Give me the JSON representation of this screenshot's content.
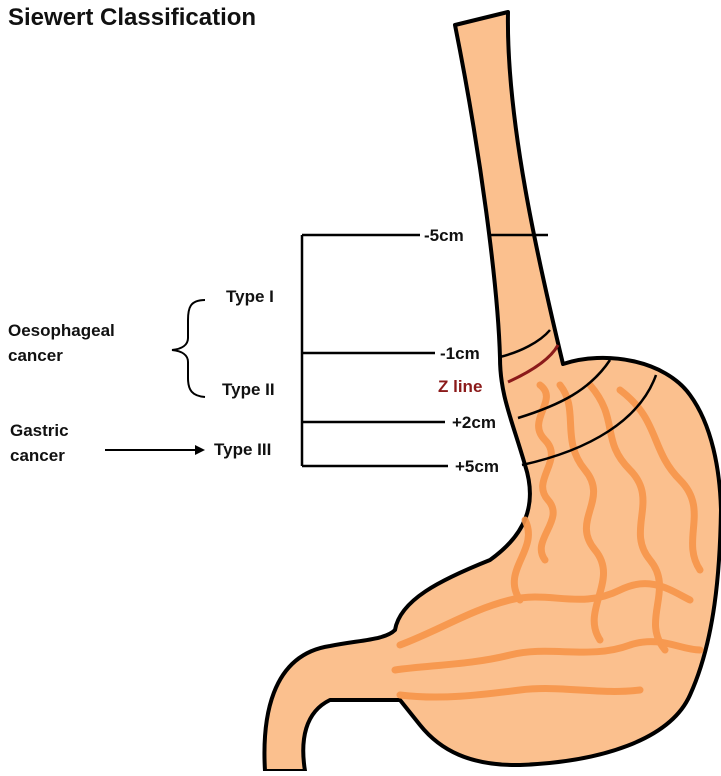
{
  "title": "Siewert Classification",
  "colors": {
    "organ_fill": "#fbc08e",
    "organ_outline": "#000000",
    "rugae": "#f7954a",
    "z_line": "#8b1a1a",
    "text": "#111111"
  },
  "markers": {
    "minus5": "-5cm",
    "minus1": "-1cm",
    "z_line": "Z line",
    "plus2": "+2cm",
    "plus5": "+5cm"
  },
  "types": {
    "type1": "Type I",
    "type2": "Type II",
    "type3": "Type III"
  },
  "groups": {
    "oesophageal_line1": "Oesophageal",
    "oesophageal_line2": "cancer",
    "gastric_line1": "Gastric",
    "gastric_line2": "cancer"
  }
}
